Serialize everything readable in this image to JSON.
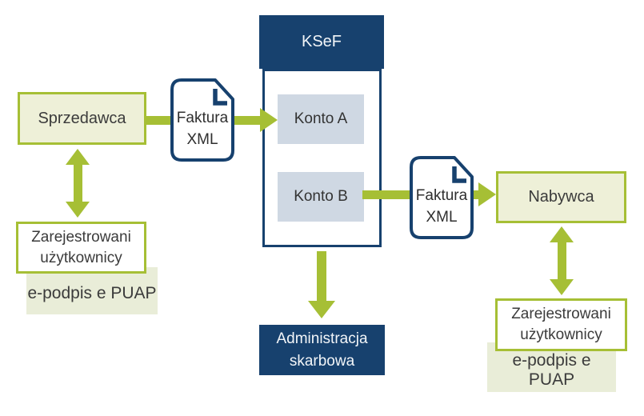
{
  "colors": {
    "olive": "#a6bf35",
    "pale_green_fill": "#eef0d8",
    "soft_green_fill": "#e9edd8",
    "navy": "#17416e",
    "account_fill": "#cfd8e3",
    "text_dark": "#3b3b3b",
    "text_light": "#f2f5f8",
    "white": "#ffffff"
  },
  "nodes": {
    "seller": {
      "label": "Sprzedawca"
    },
    "buyer": {
      "label": "Nabywca"
    },
    "registered_left": {
      "label": "Zarejestrowani użytkownicy"
    },
    "note_left": {
      "label": "e-podpis e PUAP"
    },
    "registered_right": {
      "label": "Zarejestrowani użytkownicy"
    },
    "note_right": {
      "label": "e-podpis e PUAP"
    },
    "invoice_left": {
      "label": "Faktura XML"
    },
    "invoice_right": {
      "label": "Faktura XML"
    },
    "ksef": {
      "title": "KSeF",
      "accounts": [
        {
          "label": "Konto A"
        },
        {
          "label": "Konto B"
        }
      ]
    },
    "tax_admin": {
      "label": "Administracja skarbowa"
    }
  }
}
